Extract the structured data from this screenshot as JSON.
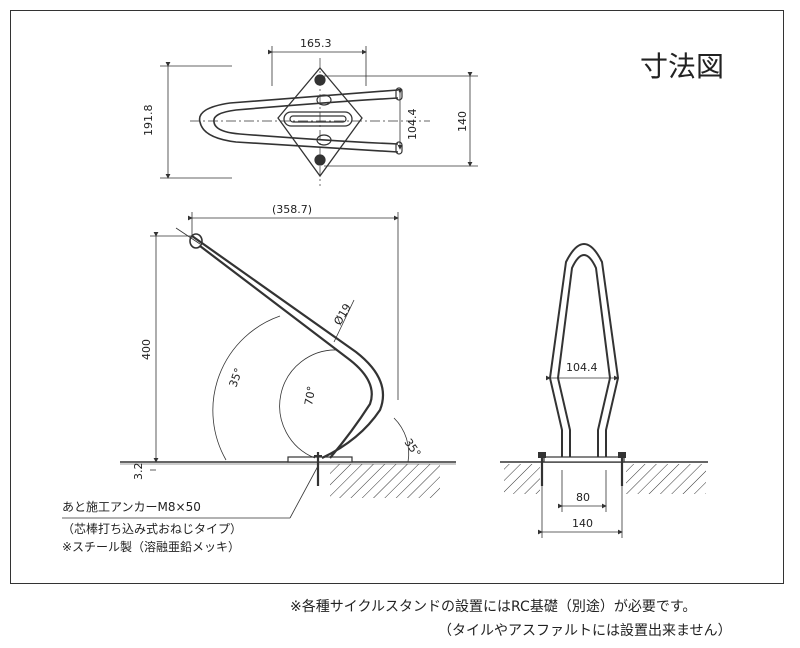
{
  "diagram": {
    "title": "寸法図",
    "top_view": {
      "width_dim": "165.3",
      "height_dim": "191.8",
      "inner_dim": "104.4",
      "right_dim": "140"
    },
    "side_view": {
      "length_dim": "(358.7)",
      "height_dim": "400",
      "base_dim": "3.2",
      "diameter": "Ø19",
      "angle_a": "35°",
      "angle_b": "70°",
      "angle_c": "35°"
    },
    "front_view": {
      "width_dim": "104.4",
      "inner_base": "80",
      "outer_base": "140"
    },
    "anchor_notes": [
      "あと施工アンカーM8×50",
      "（芯棒打ち込み式おねじタイプ）",
      "※スチール製（溶融亜鉛メッキ）"
    ]
  },
  "footer_notes": [
    "※各種サイクルスタンドの設置にはRC基礎（別途）が必要です。",
    "（タイルやアスファルトには設置出来ません）"
  ]
}
